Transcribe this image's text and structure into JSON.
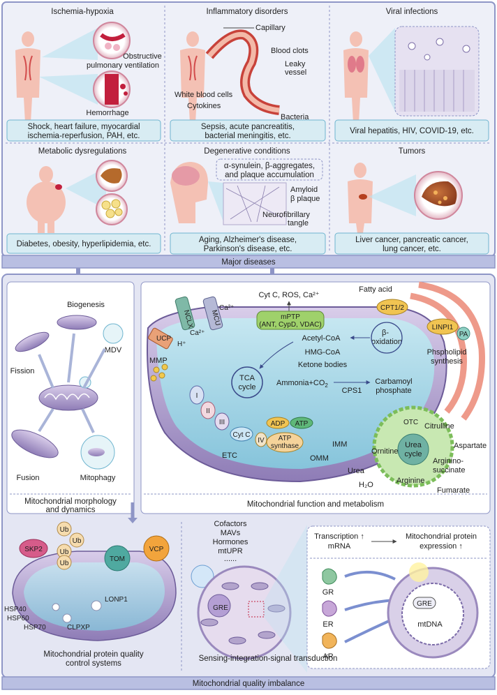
{
  "panels": {
    "ischemia": {
      "title": "Ischemia-hypoxia",
      "label_a": "Obstructive",
      "label_b": "pulmonary ventilation",
      "label_c": "Hemorrhage",
      "cap1": "Shock, heart failure, myocardial",
      "cap2": "ischemia-reperfusion, PAH, etc."
    },
    "inflammatory": {
      "title": "Inflammatory disorders",
      "capillary": "Capillary",
      "blood_clots": "Blood clots",
      "leaky1": "Leaky",
      "leaky2": "vessel",
      "wbc": "White blood cells",
      "cytokines": "Cytokines",
      "bacteria": "Bacteria",
      "cap1": "Sepsis, acute pancreatitis,",
      "cap2": "bacterial meningitis, etc."
    },
    "viral": {
      "title": "Viral infections",
      "cap1": "Viral hepatitis, HIV, COVID-19, etc."
    },
    "metabolic": {
      "title": "Metabolic dysregulations",
      "cap1": "Diabetes, obesity, hyperlipidemia, etc."
    },
    "degenerative": {
      "title": "Degenerative conditions",
      "l1": "α-synulein, β-aggregates,",
      "l2": "and plaque accumulation",
      "l3": "Amyloid",
      "l4": "β plaque",
      "l5": "Neurofibrillary",
      "l6": "tangle",
      "cap1": "Aging, Alzheimer's disease,",
      "cap2": "Parkinson's disease, etc."
    },
    "tumors": {
      "title": "Tumors",
      "cap1": "Liver cancer, pancreatic cancer,",
      "cap2": "lung cancer, etc."
    }
  },
  "major_diseases": "Major diseases",
  "morphology": {
    "biogenesis": "Biogenesis",
    "fission": "Fission",
    "mdv": "MDV",
    "fusion": "Fusion",
    "mitophagy": "Mitophagy",
    "cap1": "Mitochondrial morphology",
    "cap2": "and dynamics"
  },
  "function": {
    "ca": "Ca²⁺",
    "cytc_ros": "Cyt C, ROS, Ca²⁺",
    "fatty_acid": "Fatty acid",
    "nclx": "NCLX",
    "mcu": "MCU",
    "ucp": "UCP",
    "h": "H⁺",
    "ca_in": "Ca²⁺",
    "mptp1": "mPTP",
    "mptp2": "(ANT, CypD, VDAC)",
    "cpt": "CPT1/2",
    "linpi": "LINPI1",
    "pa": "PA",
    "beta1": "β-",
    "beta2": "oxidation",
    "phospho1": "Phspholipid",
    "phospho2": "synthesis",
    "mmp": "MMP",
    "acetyl": "Acetyl-CoA",
    "hmg": "HMG-CoA",
    "ketone": "Ketone bodies",
    "tca1": "TCA",
    "tca2": "cycle",
    "ammonia": "Ammonia+CO",
    "ammonia_sub": "2",
    "cps1": "CPS1",
    "carb1": "Carbamoyl",
    "carb2": "phosphate",
    "c1": "I",
    "c2": "II",
    "c3": "III",
    "c4": "IV",
    "cytc": "Cyt C",
    "adp": "ADP",
    "atp": "ATP",
    "synth1": "ATP",
    "synth2": "synthase",
    "etc": "ETC",
    "imm": "IMM",
    "omm": "OMM",
    "otc": "OTC",
    "citrulline": "Citrulline",
    "aspartate": "Aspartate",
    "ornitine": "Ornitine",
    "urea_cycle1": "Urea",
    "urea_cycle2": "cycle",
    "urea": "Urea",
    "argsucc1": "Arginino-",
    "argsucc2": "succinate",
    "h2o": "H₂O",
    "arginine": "Arginine",
    "fumarate": "Fumarate",
    "cap": "Mitochondrial function and metabolism"
  },
  "protein_qc": {
    "ub": "Ub",
    "skp2": "SKP2",
    "tom": "TOM",
    "vcp": "VCP",
    "hsp40": "HSP40",
    "hsp60": "HSP60",
    "hsp70": "HSP70",
    "lonp1": "LONP1",
    "clpxp": "CLPXP",
    "cap1": "Mitochondrial protein quality",
    "cap2": "control systems"
  },
  "sensing": {
    "cofactors": "Cofactors",
    "mavs": "MAVs",
    "hormones": "Hormones",
    "mtupr": "mtUPR",
    "dots": "......",
    "gre": "GRE",
    "transcription": "Transcription ↑",
    "mrna": "mRNA",
    "mpe1": "Mitochondrial protein",
    "mpe2": "expression ↑",
    "gr": "GR",
    "er": "ER",
    "ar": "AR",
    "gre2": "GRE",
    "mtdna": "mtDNA",
    "cap": "Sensing-integration-signal transduction"
  },
  "quality_imbalance": "Mitochondrial quality imbalance",
  "colors": {
    "frame": "#8e95c6",
    "band": "#c7cbe8",
    "caption_box": "#d8ecf3",
    "caption_border": "#6fb5cf",
    "mito_purple": "#b3a4cc",
    "matrix": "#9dd3e4",
    "urea_green": "#a8d88c"
  }
}
